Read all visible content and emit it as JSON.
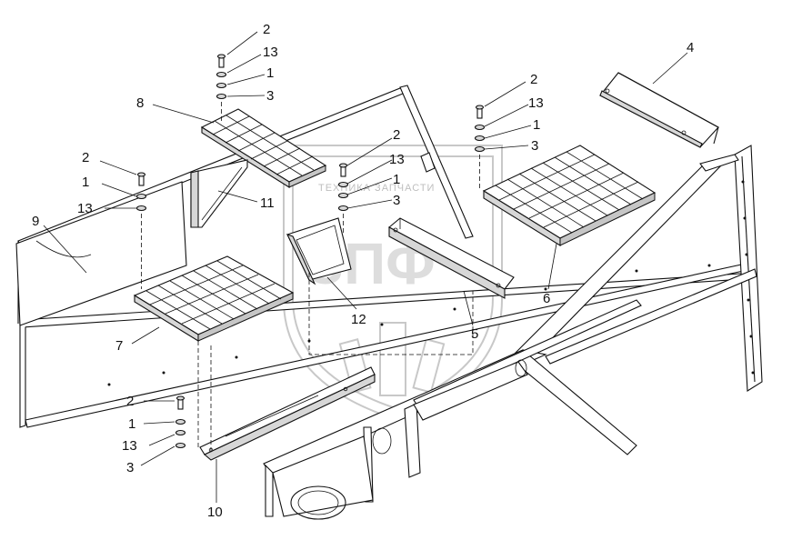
{
  "watermark": {
    "text": "ТЕХНИКА ЗАПЧАСТИ",
    "monogram": "ЗПФ"
  },
  "callouts": {
    "c1": "2",
    "c2": "13",
    "c3": "1",
    "c4": "3",
    "c5": "8",
    "c6": "2",
    "c7": "13",
    "c8": "1",
    "c9": "3",
    "c10": "4",
    "c11": "2",
    "c12": "13",
    "c13": "1",
    "c14": "3",
    "c15": "2",
    "c16": "1",
    "c17": "13",
    "c18": "9",
    "c19": "11",
    "c20": "6",
    "c21": "5",
    "c22": "12",
    "c23": "7",
    "c24": "2",
    "c25": "1",
    "c26": "13",
    "c27": "3",
    "c28": "10"
  }
}
